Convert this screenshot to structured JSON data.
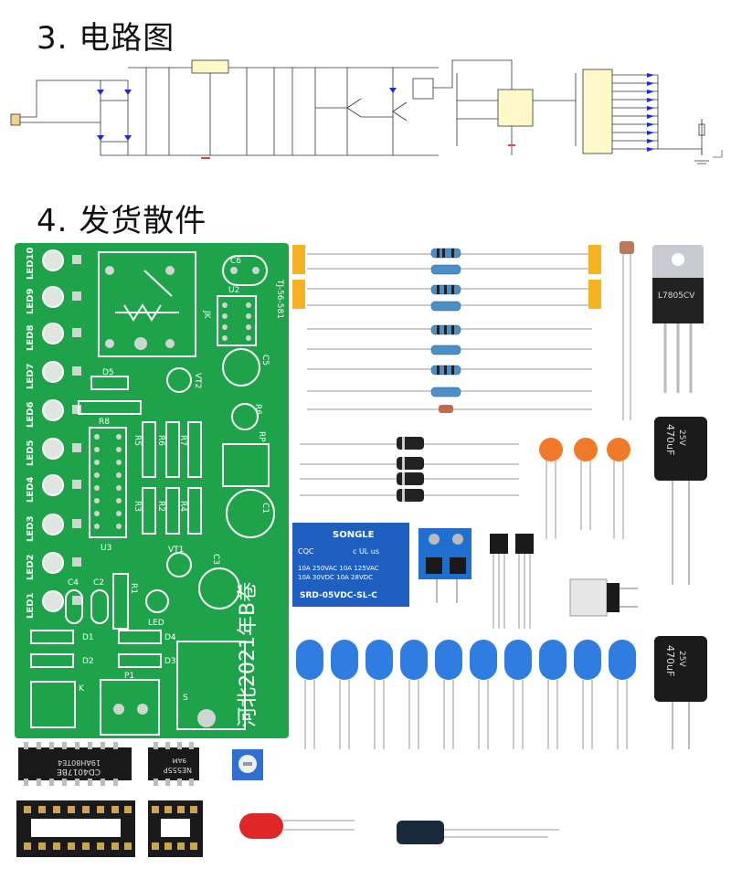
{
  "headings": {
    "schematic": "3. 电路图",
    "parts": "4. 发货散件"
  },
  "pcb": {
    "board_label": "河北2021年B卷",
    "code": "TJ-56-581",
    "led_labels": [
      "LED10",
      "LED9",
      "LED8",
      "LED7",
      "LED6",
      "LED5",
      "LED4",
      "LED3",
      "LED2",
      "LED1"
    ],
    "labels": {
      "c6": "C6",
      "u2": "U2",
      "jk": "JK",
      "c5": "C5",
      "vt2": "VT2",
      "d5": "D5",
      "r8": "R8",
      "r6": "R6",
      "rp": "RP",
      "r5": "R5",
      "r6b": "R6",
      "r7": "R7",
      "u3": "U3",
      "r3": "R3",
      "r2": "R2",
      "r4": "R4",
      "c1": "C1",
      "vt1": "VT1",
      "c3": "C3",
      "c4": "C4",
      "c2": "C2",
      "r1": "R1",
      "led0": "LED",
      "d1": "D1",
      "d2": "D2",
      "d3": "D3",
      "d4": "D4",
      "k": "K",
      "p": "P1",
      "s": "S"
    }
  },
  "components": {
    "relay": {
      "brand": "SONGLE",
      "line1": "10A 250VAC   10A 125VAC",
      "line2": "10A  30VDC   10A  28VDC",
      "model": "SRD-05VDC-SL-C",
      "cert1": "CQC",
      "cert2": "c UL us"
    },
    "regulator": {
      "text": "L7805CV"
    },
    "cap_large": {
      "value": "470uF",
      "voltage": "25V"
    },
    "ic1": {
      "line1": "CD4017BE",
      "line2": "19AH80TE4"
    },
    "ic2": {
      "line1": "NE555P",
      "line2": "9AM"
    }
  },
  "colors": {
    "pcb_green": "#1fa34a",
    "pcb_silk": "#ffffff",
    "led_blue": "#2f7de0",
    "led_red": "#e02626",
    "ceramic": "#f07a2a",
    "relay_blue": "#1f5fbf",
    "terminal_blue": "#1f6fd0",
    "tape": "#f5b324"
  }
}
